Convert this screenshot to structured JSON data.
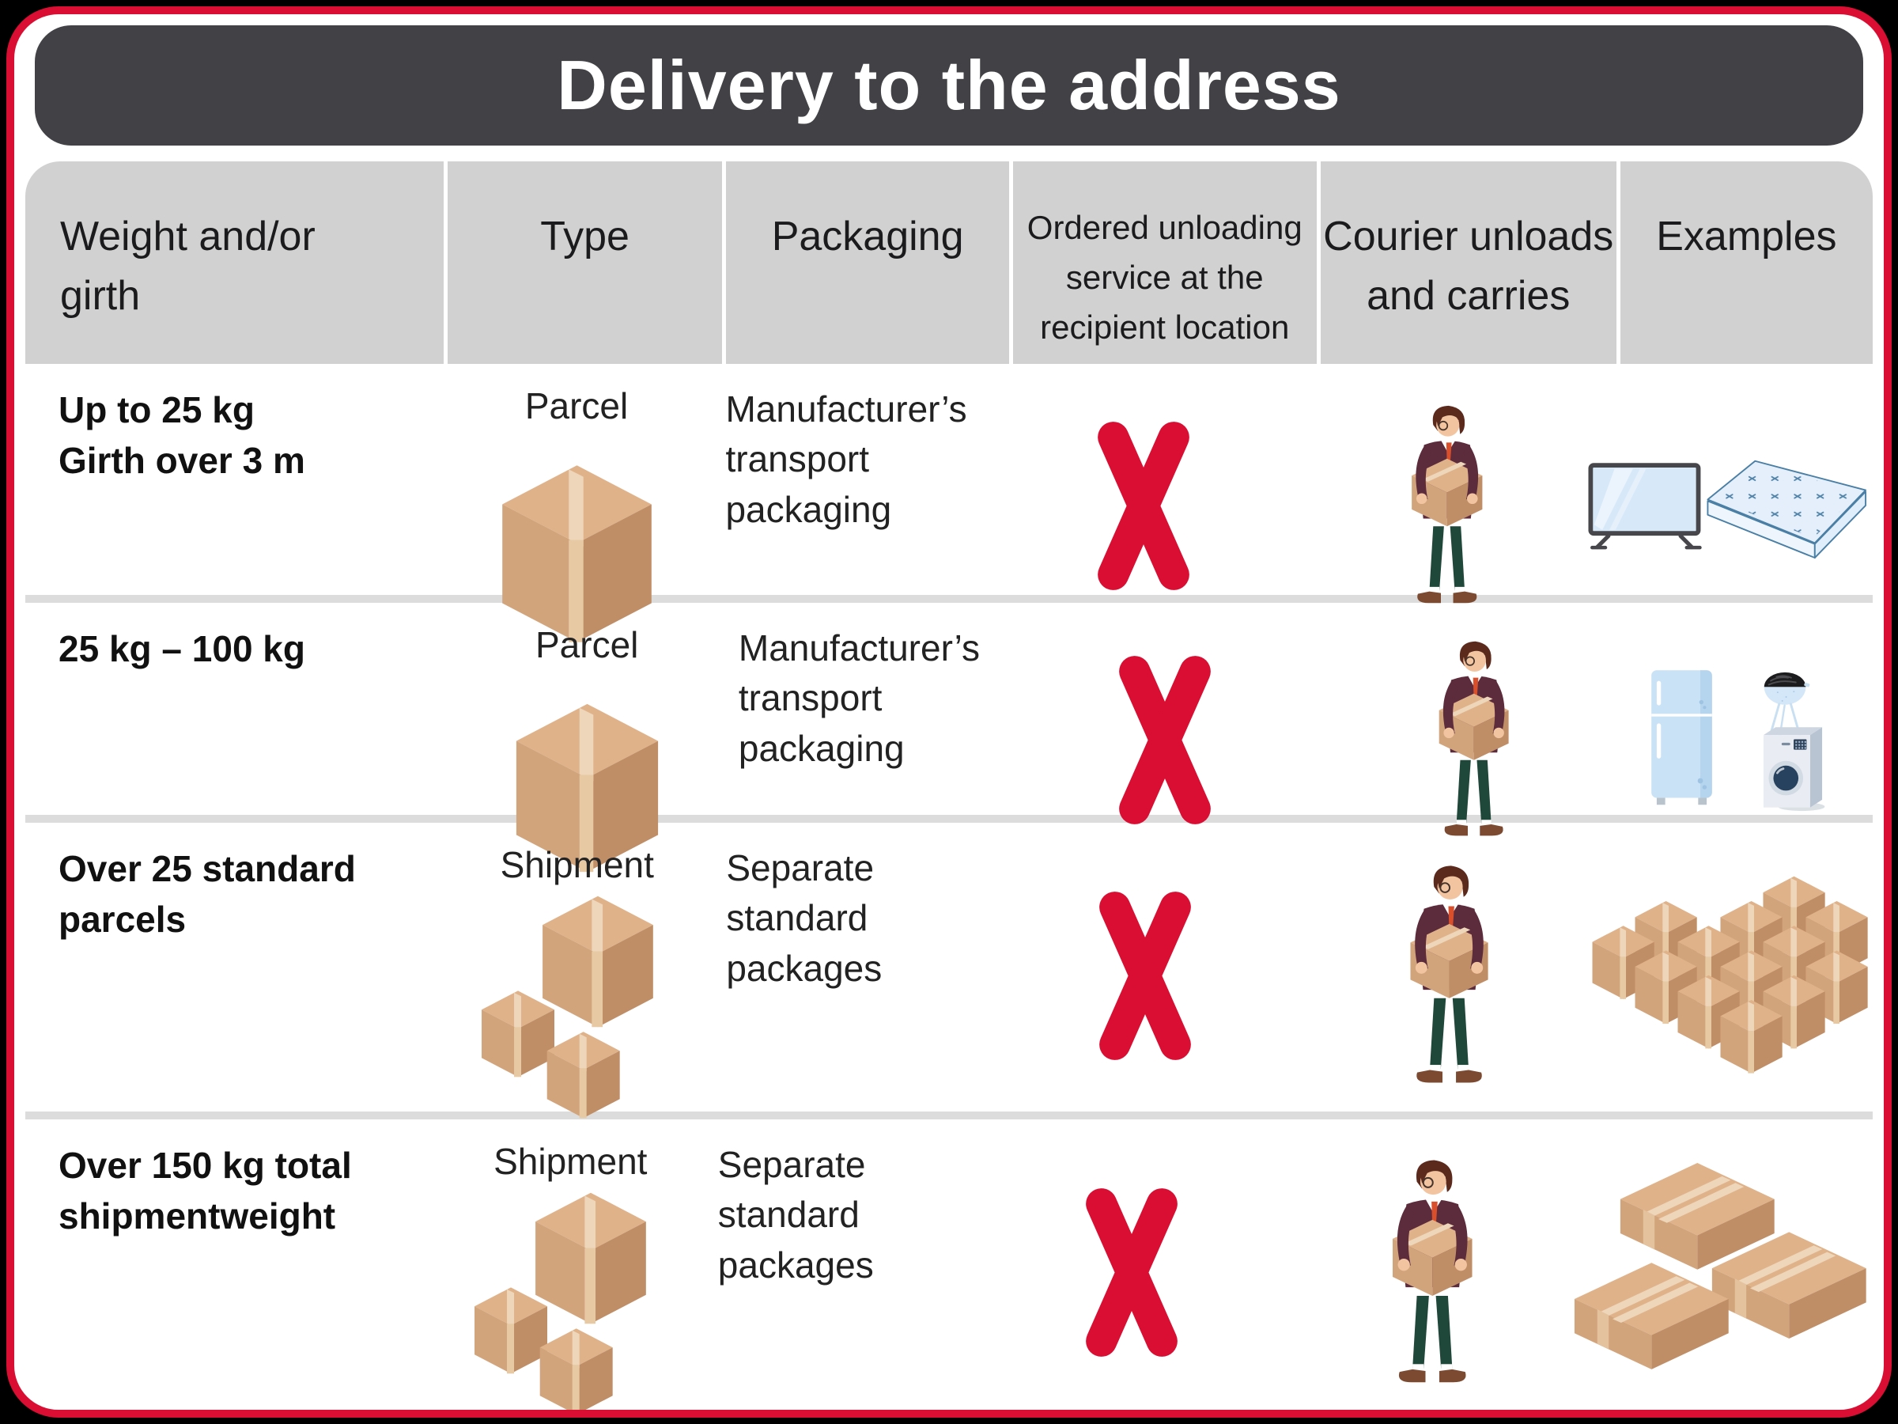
{
  "page": {
    "title": "Delivery to the address",
    "theme": {
      "background": "#000000",
      "frame_red": "#d90e32",
      "title_bar_dark": "#424246",
      "header_gray": "#d1d1d1",
      "divider_gray": "#dcdcdc",
      "text_dark": "#1b1b1d",
      "cardboard_tan": "#d2a47b",
      "illustration_blue": "#cde3f6"
    }
  },
  "table": {
    "columns": [
      {
        "label": "Weight and/or girth"
      },
      {
        "label": "Type"
      },
      {
        "label": "Packaging"
      },
      {
        "label": "Ordered unloading service at the recipient location"
      },
      {
        "label": "Courier unloads and carries"
      },
      {
        "label": "Examples"
      }
    ],
    "rows": [
      {
        "weight_lines": [
          "Up to 25 kg",
          "Girth over 3 m"
        ],
        "type": "Parcel",
        "type_icon": "single-parcel-icon",
        "packaging_lines": [
          "Manufacturer’s",
          "transport",
          "packaging"
        ],
        "unloading_service": "No",
        "unloading_icon": "red-cross-icon",
        "courier_icon": "courier-carrying-parcel-icon",
        "example_icons": [
          "tv-icon",
          "mattress-icon"
        ]
      },
      {
        "weight_lines": [
          "25 kg – 100 kg"
        ],
        "type": "Parcel",
        "type_icon": "single-parcel-icon",
        "packaging_lines": [
          "Manufacturer’s",
          "transport",
          "packaging"
        ],
        "unloading_service": "No",
        "unloading_icon": "red-cross-icon",
        "courier_icon": "courier-carrying-parcel-icon",
        "example_icons": [
          "fridge-icon",
          "charcoal-grill-icon",
          "washing-machine-icon"
        ]
      },
      {
        "weight_lines": [
          "Over 25 standard",
          "parcels"
        ],
        "type": "Shipment",
        "type_icon": "parcel-group-icon",
        "packaging_lines": [
          "Separate",
          "standard",
          "packages"
        ],
        "unloading_service": "No",
        "unloading_icon": "red-cross-icon",
        "courier_icon": "courier-carrying-parcel-icon",
        "example_icons": [
          "parcel-stack-icon"
        ]
      },
      {
        "weight_lines": [
          "Over 150 kg total",
          "shipmentweight"
        ],
        "type": "Shipment",
        "type_icon": "parcel-group-icon",
        "packaging_lines": [
          "Separate",
          "standard",
          "packages"
        ],
        "unloading_service": "No",
        "unloading_icon": "red-cross-icon",
        "courier_icon": "courier-carrying-parcel-icon",
        "example_icons": [
          "three-large-parcels-icon"
        ]
      }
    ]
  }
}
